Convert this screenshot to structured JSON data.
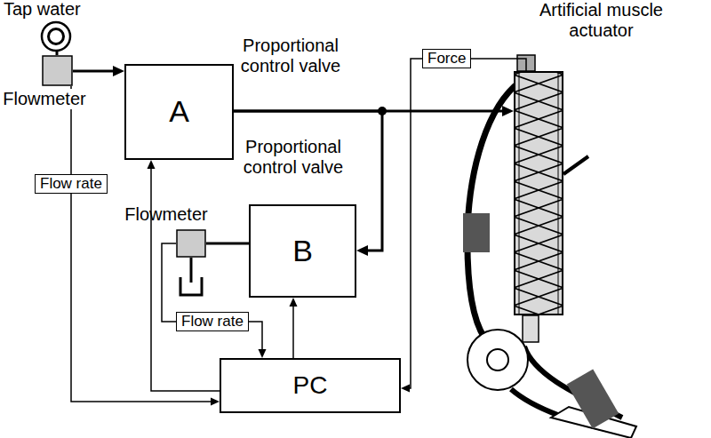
{
  "diagram": {
    "nodes": [
      {
        "text": [
          "Tap water"
        ]
      },
      {
        "text": [
          "Flowmeter"
        ]
      },
      {
        "text": [
          "Proportional control valve",
          "A"
        ]
      },
      {
        "text": [
          "Proportional control valve",
          "B"
        ]
      },
      {
        "text": [
          "Flowmeter"
        ]
      },
      {
        "text": [
          "PC"
        ]
      },
      {
        "text": [
          "Artificial muscle actuator"
        ]
      }
    ],
    "edges": [
      {
        "from": 0,
        "to": 1,
        "arrow": "none"
      },
      {
        "from": 1,
        "to": 2,
        "arrow": "to"
      },
      {
        "from": 2,
        "to": 6,
        "arrow": "to"
      },
      {
        "from": 2,
        "to": 3,
        "arrow": "to"
      },
      {
        "from": 3,
        "to": 4,
        "arrow": "none"
      },
      {
        "from": 1,
        "to": 5,
        "label": "Flow rate",
        "arrow": "to"
      },
      {
        "from": 4,
        "to": 5,
        "label": "Flow rate",
        "arrow": "to"
      },
      {
        "from": 6,
        "to": 5,
        "label": "Force",
        "arrow": "to"
      },
      {
        "from": 5,
        "to": 2,
        "arrow": "to"
      },
      {
        "from": 5,
        "to": 3,
        "arrow": "to"
      }
    ]
  }
}
